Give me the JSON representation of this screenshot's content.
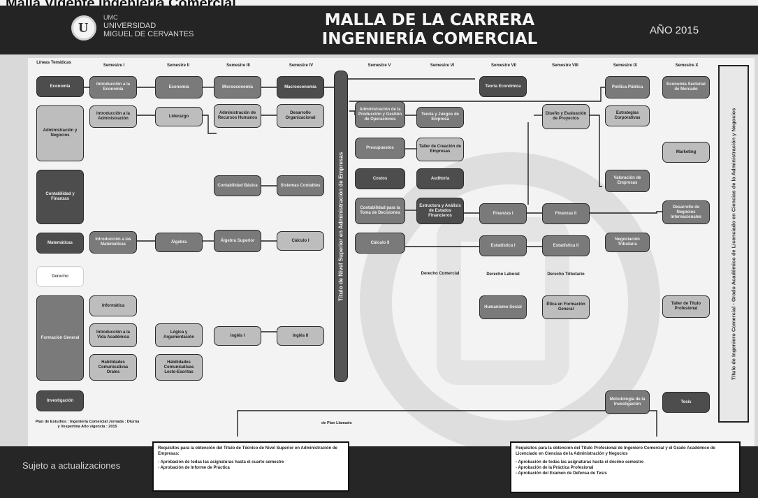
{
  "partial_title": "Malla Vigente Ingeniería Comercial",
  "university": {
    "short": "UMC",
    "line1": "UNIVERSIDAD",
    "line2": "MIGUEL DE CERVANTES"
  },
  "title": {
    "line1": "MALLA DE LA CARRERA",
    "line2": "INGENIERÍA COMERCIAL"
  },
  "year": "AÑO 2015",
  "columns": [
    "Líneas Temáticas",
    "Semestre I",
    "Semestre II",
    "Semestre III",
    "Semestre IV",
    "Semestre V",
    "Semestre VI",
    "Semestre VII",
    "Semestre VIII",
    "Semestre IX",
    "Semestre X"
  ],
  "lineas": [
    "Economía",
    "Administración y Negocios",
    "Contabilidad y Finanzas",
    "Matemáticas",
    "Derecho",
    "Formación General",
    "Investigación"
  ],
  "courses": {
    "intro_economia": "Introducción a la Economía",
    "economia": "Economía",
    "microeconomia": "Microeconomía",
    "macroeconomia": "Macroeconomía",
    "intro_admin": "Introducción a la Administración",
    "liderazgo": "Liderazgo",
    "admin_rrhh": "Administración de Recursos Humanos",
    "desarrollo_org": "Desarrollo Organizacional",
    "contabilidad_basica": "Contabilidad Básica",
    "sistemas_contables": "Sistemas Contables",
    "intro_matematicas": "Introducción a las Matemáticas",
    "algebra": "Álgebra",
    "algebra_superior": "Álgebra Superior",
    "calculo_1": "Cálculo I",
    "informatica": "Informática",
    "intro_vida_academica": "Introducción a la Vida Académica",
    "habilidades_orales": "Habilidades Comunicativas Orales",
    "logica": "Lógica y Argumentación",
    "habilidades_lecto": "Habilidades Comunicativas Lecto-Escritas",
    "ingles_1": "Inglés I",
    "ingles_2": "Inglés II",
    "admin_produccion": "Administración de la Producción y Gestión de Operaciones",
    "presupuestos": "Presupuestos",
    "costos": "Costos",
    "contabilidad_decisiones": "Contabilidad para la Toma de Decisiones",
    "calculo_2": "Cálculo II",
    "teoria_juegos": "Teoría y Juegos de Empresa",
    "taller_creacion": "Taller de Creación de Empresas",
    "auditoria": "Auditoría",
    "estados_financieros": "Estructura y Análisis de Estados Financieros",
    "derecho_comercial": "Derecho Comercial",
    "econ_empresas": "Teoría Económica",
    "finanzas_1": "Finanzas I",
    "estadistica_1": "Estadística I",
    "derecho_laboral": "Derecho Laboral",
    "humanismo": "Humanismo Social",
    "diseno_proyectos": "Diseño y Evaluación de Proyectos",
    "finanzas_2": "Finanzas II",
    "estadistica_2": "Estadística II",
    "derecho_tributario": "Derecho Tributario",
    "etica": "Ética en Formación General",
    "politica_publica": "Política Pública",
    "estrategias_corp": "Estrategias Corporativas",
    "valoracion_empresas": "Valoración de Empresas",
    "negociacion": "Negociación Tributaria",
    "metodologia": "Metodología de la Investigación",
    "economia_sectorial": "Economía Sectorial de Mercado",
    "marketing": "Marketing",
    "desarrollo_negocios": "Desarrollo de Negocios Internacionales",
    "taller_titulo": "Taller de Título Profesional",
    "tesis": "Tesis"
  },
  "vertical_mid": "Título de Nivel Superior en Administración de Empresas",
  "vertical_right": "Título de Ingeniero Comercial - Grado Académico de Licenciado en Ciencias de la Administración y Negocios",
  "plan_note": "Plan de Estudios : Ingeniería Comercial Jornada : Diurna y Vespertina Año vigencia : 2015",
  "plan_label": "de Plan Llamado",
  "req_left": {
    "heading": "Requisitos para la obtención del Título de Técnico de Nivel Superior en Administración de Empresas:",
    "items": [
      "- Aprobación de todas las asignaturas hasta el cuarto semestre",
      "- Aprobación de Informe de Práctica"
    ]
  },
  "req_right": {
    "heading": "Requisitos para la obtención del Título Profesional de Ingeniero Comercial y el Grado Académico de Licenciado en Ciencias de la Administración y Negocios",
    "items": [
      "- Aprobación de todas las asignaturas hasta el décimo semestre",
      "- Aprobación de la Práctica Profesional",
      "- Aprobación del Examen de Defensa de Tesis"
    ]
  },
  "footer": "Sujeto a actualizaciones"
}
